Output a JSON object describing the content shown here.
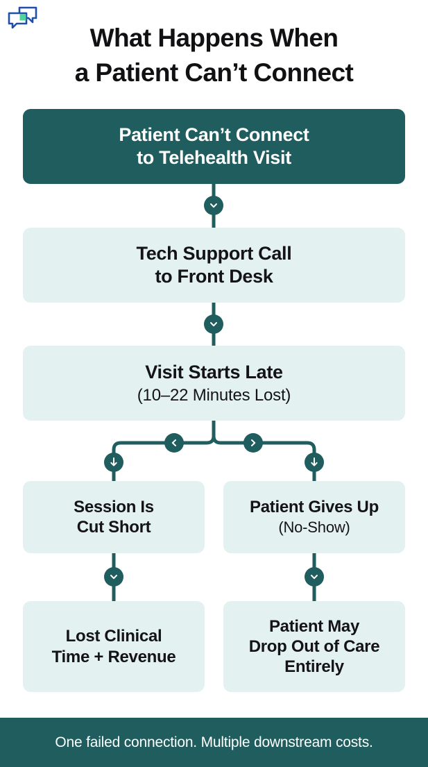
{
  "brand": {
    "logo_icon": "chat-bubbles-icon",
    "outline_color": "#1f4fa8",
    "accent_color": "#4fd49a"
  },
  "header": {
    "title_line_1": "What Happens When",
    "title_line_2": "a Patient Can’t Connect"
  },
  "flow": {
    "type": "flowchart",
    "theme": {
      "dark_fill": "#1f5d5e",
      "light_fill": "#e4f1f1",
      "dark_text": "#ffffff",
      "light_text": "#141417",
      "connector_color": "#1f5d5e"
    },
    "nodes": [
      {
        "id": "node-1",
        "style": "dark",
        "headline_line_1": "Patient Can’t Connect",
        "headline_line_2": "to Telehealth Visit",
        "sub": ""
      },
      {
        "id": "node-2",
        "style": "light",
        "headline_line_1": "Tech Support Call",
        "headline_line_2": "to Front Desk",
        "sub": ""
      },
      {
        "id": "node-3",
        "style": "light",
        "headline_line_1": "Visit Starts Late",
        "headline_line_2": "",
        "sub": "(10–22 Minutes Lost)"
      },
      {
        "id": "node-4",
        "style": "light",
        "headline_line_1": "Session Is",
        "headline_line_2": "Cut Short",
        "sub": ""
      },
      {
        "id": "node-5",
        "style": "light",
        "headline_line_1": "Patient Gives Up",
        "headline_line_2": "",
        "sub": "(No-Show)"
      },
      {
        "id": "node-6",
        "style": "light",
        "headline_line_1": "Lost Clinical",
        "headline_line_2": "Time + Revenue",
        "sub": ""
      },
      {
        "id": "node-7",
        "style": "light",
        "headline_line_1": "Patient May",
        "headline_line_2": "Drop Out of Care",
        "headline_line_3": "Entirely",
        "sub": ""
      }
    ],
    "connector_badges": [
      {
        "id": "badge-a",
        "icon": "chevron-down-icon"
      },
      {
        "id": "badge-b",
        "icon": "chevron-down-icon"
      },
      {
        "id": "badge-split-l",
        "icon": "chevron-left-icon"
      },
      {
        "id": "badge-split-r",
        "icon": "chevron-right-icon"
      },
      {
        "id": "badge-arrow-l",
        "icon": "arrow-down-icon"
      },
      {
        "id": "badge-arrow-r",
        "icon": "arrow-down-icon"
      },
      {
        "id": "badge-c",
        "icon": "chevron-down-icon"
      },
      {
        "id": "badge-d",
        "icon": "chevron-down-icon"
      }
    ]
  },
  "footer": {
    "text": "One failed connection. Multiple downstream costs."
  }
}
